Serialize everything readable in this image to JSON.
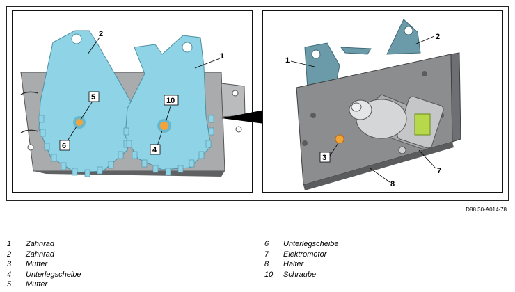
{
  "figure_id": "D88.30-A014-78",
  "callouts": {
    "left": [
      "1",
      "2",
      "5",
      "6",
      "10",
      "4"
    ],
    "right": [
      "1",
      "2",
      "3",
      "7",
      "8"
    ]
  },
  "legend": [
    {
      "num": "1",
      "label": "Zahnrad"
    },
    {
      "num": "2",
      "label": "Zahnrad"
    },
    {
      "num": "3",
      "label": "Mutter"
    },
    {
      "num": "4",
      "label": "Unterlegscheibe"
    },
    {
      "num": "5",
      "label": "Mutter"
    },
    {
      "num": "6",
      "label": "Unterlegscheibe"
    },
    {
      "num": "7",
      "label": "Elektromotor"
    },
    {
      "num": "8",
      "label": "Halter"
    },
    {
      "num": "10",
      "label": "Schraube"
    }
  ],
  "colors": {
    "gear": "#8fd3e6",
    "gear_dark": "#6ab7cc",
    "bracket": "#a7a9ab",
    "bracket_dark": "#6d6f72",
    "motor": "#c8cacc",
    "nut": "#f2a43a",
    "connector": "#b7d84a"
  }
}
